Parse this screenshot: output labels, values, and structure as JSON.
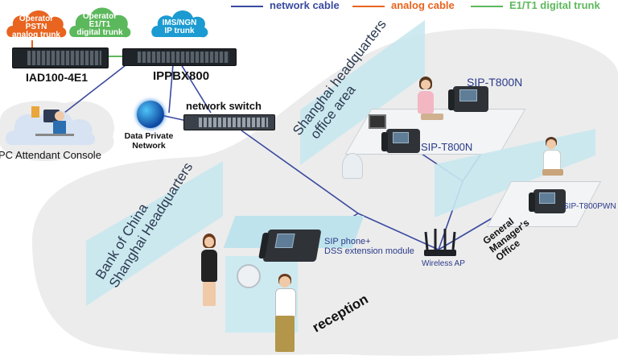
{
  "legend": {
    "network_cable": "network cable",
    "analog_cable": "analog cable",
    "e1t1_trunk": "E1/T1 digital trunk",
    "colors": {
      "network": "#3a4a9f",
      "analog": "#e8641f",
      "e1t1": "#5cb85c"
    }
  },
  "clouds": {
    "pstn": [
      "Operator",
      "PSTN",
      "analog trunk"
    ],
    "e1t1": [
      "Operator",
      "E1/T1",
      "digital trunk"
    ],
    "ims": [
      "IMS/NGN",
      "IP trunk"
    ]
  },
  "devices": {
    "iad": "IAD100-4E1",
    "ippbx": "IPPBX800",
    "switch": "network switch",
    "data_private_network": [
      "Data Private",
      "Network"
    ],
    "pc_console": "PC Attendant Console",
    "wireless_ap": "Wireless AP"
  },
  "phones": {
    "t800n_top": "SIP-T800N",
    "t800n_mid": "SIP-T800N",
    "t800pwn": "SIP-T800PWN",
    "reception_phone": [
      "SIP phone+",
      "DSS extension module"
    ]
  },
  "areas": {
    "hq_office": [
      "Shanghai headquarters",
      "office area"
    ],
    "bank": [
      "Bank of China",
      "Shanghai Headquarters"
    ],
    "gm_office": [
      "General",
      "Manager's",
      "Office"
    ],
    "reception": "reception"
  }
}
